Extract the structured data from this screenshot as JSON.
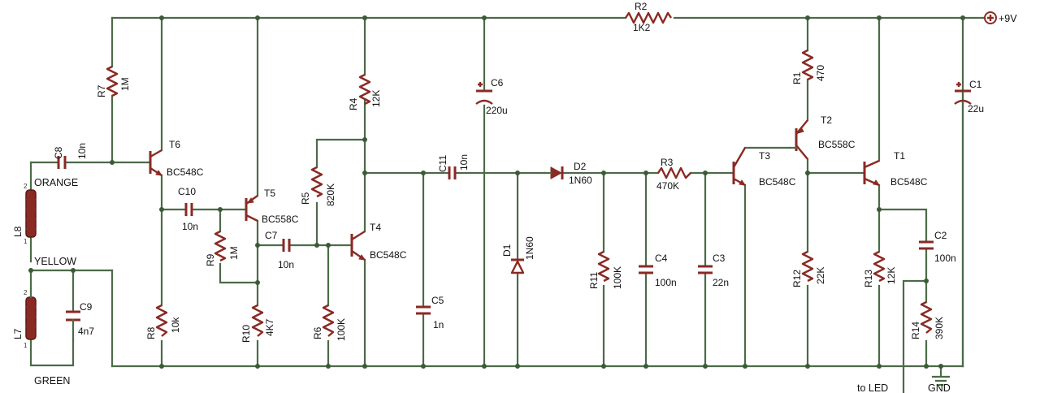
{
  "supply": "+9V",
  "ground": "GND",
  "output": "to LED",
  "wires": {
    "orange": "ORANGE",
    "yellow": "YELLOW",
    "green": "GREEN"
  },
  "components": {
    "R1": {
      "ref": "R1",
      "value": "470"
    },
    "R2": {
      "ref": "R2",
      "value": "1K2"
    },
    "R3": {
      "ref": "R3",
      "value": "470K"
    },
    "R4": {
      "ref": "R4",
      "value": "12K"
    },
    "R5": {
      "ref": "R5",
      "value": "820K"
    },
    "R6": {
      "ref": "R6",
      "value": "100K"
    },
    "R7": {
      "ref": "R7",
      "value": "1M"
    },
    "R8": {
      "ref": "R8",
      "value": "10k"
    },
    "R9": {
      "ref": "R9",
      "value": "1M"
    },
    "R10": {
      "ref": "R10",
      "value": "4K7"
    },
    "R11": {
      "ref": "R11",
      "value": "100K"
    },
    "R12": {
      "ref": "R12",
      "value": "22K"
    },
    "R13": {
      "ref": "R13",
      "value": "12K"
    },
    "R14": {
      "ref": "R14",
      "value": "390K"
    },
    "C1": {
      "ref": "C1",
      "value": "22u"
    },
    "C2": {
      "ref": "C2",
      "value": "100n"
    },
    "C3": {
      "ref": "C3",
      "value": "22n"
    },
    "C4": {
      "ref": "C4",
      "value": "100n"
    },
    "C5": {
      "ref": "C5",
      "value": "1n"
    },
    "C6": {
      "ref": "C6",
      "value": "220u"
    },
    "C7": {
      "ref": "C7",
      "value": "10n"
    },
    "C8": {
      "ref": "C8",
      "value": "10n"
    },
    "C9": {
      "ref": "C9",
      "value": "4n7"
    },
    "C10": {
      "ref": "C10",
      "value": "10n"
    },
    "C11": {
      "ref": "C11",
      "value": "10n"
    },
    "D1": {
      "ref": "D1",
      "value": "1N60"
    },
    "D2": {
      "ref": "D2",
      "value": "1N60"
    },
    "T1": {
      "ref": "T1",
      "value": "BC548C"
    },
    "T2": {
      "ref": "T2",
      "value": "BC558C"
    },
    "T3": {
      "ref": "T3",
      "value": "BC548C"
    },
    "T4": {
      "ref": "T4",
      "value": "BC548C"
    },
    "T5": {
      "ref": "T5",
      "value": "BC558C"
    },
    "T6": {
      "ref": "T6",
      "value": "BC548C"
    },
    "L7": {
      "ref": "L7"
    },
    "L8": {
      "ref": "L8"
    }
  },
  "pins": {
    "one": "1",
    "two": "2"
  }
}
